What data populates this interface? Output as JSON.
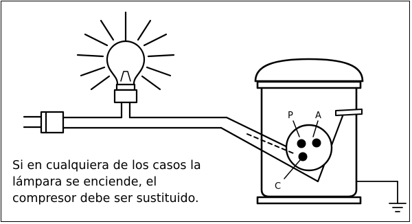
{
  "labels": {
    "p": "P",
    "a": "A",
    "c": "C"
  },
  "caption": {
    "line1": "Si en cualquiera de los casos la",
    "line2": "lámpara se enciende, el",
    "line3": "compresor debe ser sustituido."
  }
}
